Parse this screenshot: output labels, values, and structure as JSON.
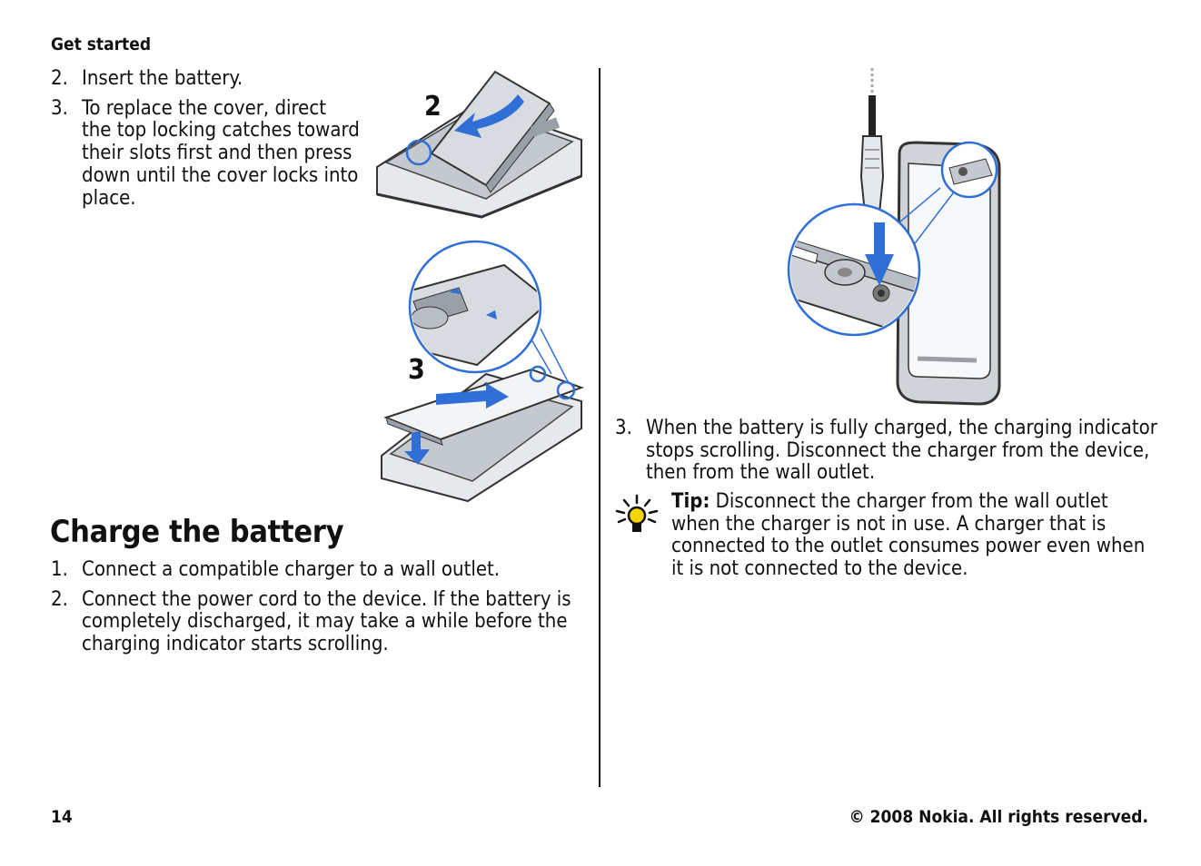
{
  "header": {
    "section": "Get started"
  },
  "steps_top": [
    {
      "num": "2.",
      "text": "Insert the battery."
    },
    {
      "num": "3.",
      "text": "To replace the cover, direct the top locking catches toward their slots first and then press down until the cover locks into place."
    }
  ],
  "figures": {
    "battery_label": "2",
    "cover_label": "3"
  },
  "charge_section": {
    "title": "Charge the battery",
    "steps": [
      {
        "num": "1.",
        "text": "Connect a compatible charger to a wall outlet."
      },
      {
        "num": "2.",
        "text": "Connect the power cord to the device. If the battery is completely discharged, it may take a while before the charging indicator starts scrolling."
      },
      {
        "num": "3.",
        "text": "When the battery is fully charged, the charging indicator stops scrolling. Disconnect the charger from the device, then from the wall outlet."
      }
    ]
  },
  "tip": {
    "label": "Tip:",
    "text": " Disconnect the charger from the wall outlet when the charger is not in use. A charger that is connected to the outlet consumes power even when it is not connected to the device."
  },
  "footer": {
    "page_number": "14",
    "copyright": "© 2008 Nokia. All rights reserved."
  },
  "colors": {
    "accent_blue": "#2f6fd6",
    "device_gray": "#cfd3d8",
    "text": "#111111"
  },
  "icons": [
    "lightbulb-tip-icon"
  ]
}
